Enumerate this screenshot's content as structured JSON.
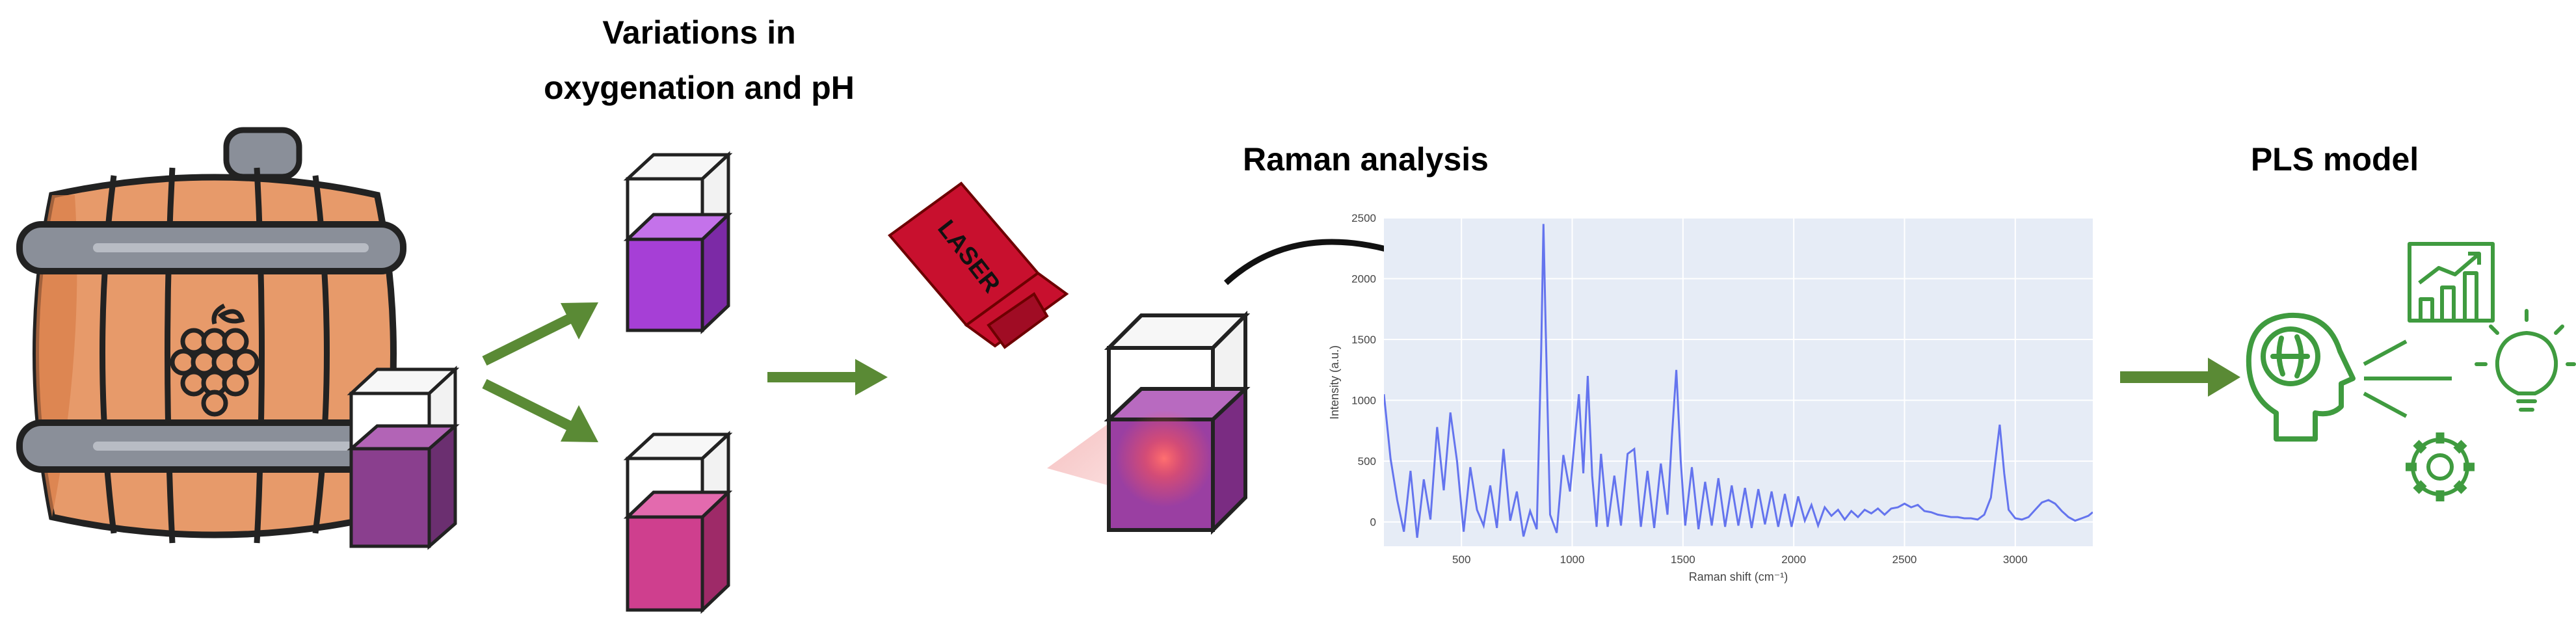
{
  "labels": {
    "variations_line1": "Variations in",
    "variations_line2": "oxygenation and pH",
    "laser": "LASER",
    "raman_title": "Raman analysis",
    "pls_title": "PLS model"
  },
  "icons": {
    "barrel": "wine-barrel-icon",
    "grapes": "grapes-icon",
    "cuvette": "cuvette-icon",
    "laser": "laser-device-icon",
    "brain": "head-brain-icon",
    "chart": "bar-chart-icon",
    "bulb": "lightbulb-icon",
    "gear": "gear-icon"
  },
  "colors": {
    "arrow_green": "#5a8a35",
    "icon_green": "#3f9b3f",
    "barrel_wood": "#e79a6a",
    "barrel_band": "#8a8f99",
    "purple_cuvette": "#a63fd6",
    "pink_cuvette": "#cf3f8e",
    "wine_cuvette": "#8a3f8e",
    "laser_red": "#c8102e",
    "spectrum_line": "#6474ee",
    "plot_bg": "#e6ecf6"
  },
  "chart_data": {
    "type": "line",
    "title": "",
    "xlabel": "Raman shift (cm⁻¹)",
    "ylabel": "Intensity (a.u.)",
    "xlim": [
      150,
      3350
    ],
    "ylim": [
      -200,
      2500
    ],
    "xticks": [
      "500",
      "1000",
      "1500",
      "2000",
      "2500",
      "3000"
    ],
    "xtick_values": [
      500,
      1000,
      1500,
      2000,
      2500,
      3000
    ],
    "yticks": [
      "0",
      "500",
      "1000",
      "1500",
      "2000",
      "2500"
    ],
    "ytick_values": [
      0,
      500,
      1000,
      1500,
      2000,
      2500
    ],
    "grid": true,
    "series": [
      {
        "x": [
          150,
          180,
          210,
          240,
          270,
          300,
          330,
          360,
          390,
          420,
          450,
          480,
          510,
          540,
          570,
          600,
          630,
          660,
          690,
          720,
          750,
          780,
          810,
          840,
          860,
          870,
          880,
          900,
          930,
          960,
          990,
          1010,
          1030,
          1050,
          1070,
          1090,
          1110,
          1130,
          1160,
          1190,
          1220,
          1250,
          1280,
          1310,
          1340,
          1370,
          1400,
          1430,
          1450,
          1470,
          1490,
          1510,
          1540,
          1570,
          1600,
          1630,
          1660,
          1690,
          1720,
          1750,
          1780,
          1810,
          1840,
          1870,
          1900,
          1930,
          1960,
          1990,
          2020,
          2050,
          2080,
          2110,
          2140,
          2170,
          2200,
          2230,
          2260,
          2290,
          2320,
          2350,
          2380,
          2410,
          2440,
          2470,
          2500,
          2530,
          2560,
          2590,
          2620,
          2650,
          2680,
          2710,
          2740,
          2770,
          2800,
          2830,
          2860,
          2890,
          2910,
          2930,
          2950,
          2970,
          3000,
          3030,
          3060,
          3090,
          3120,
          3150,
          3180,
          3210,
          3240,
          3270,
          3300,
          3330,
          3350
        ],
        "y": [
          1050,
          520,
          180,
          -80,
          420,
          -130,
          350,
          20,
          780,
          260,
          900,
          500,
          -80,
          450,
          100,
          -30,
          300,
          -50,
          600,
          10,
          250,
          -120,
          90,
          -60,
          1400,
          2450,
          1600,
          60,
          -90,
          550,
          250,
          650,
          1050,
          400,
          1200,
          380,
          -40,
          560,
          -40,
          380,
          -30,
          560,
          600,
          -40,
          420,
          -50,
          480,
          60,
          700,
          1250,
          500,
          -30,
          450,
          -60,
          330,
          -30,
          360,
          -40,
          300,
          -30,
          280,
          -50,
          270,
          -20,
          250,
          -40,
          230,
          -40,
          210,
          10,
          140,
          -30,
          120,
          50,
          100,
          20,
          90,
          40,
          100,
          70,
          110,
          60,
          110,
          120,
          150,
          120,
          140,
          90,
          80,
          60,
          50,
          40,
          40,
          30,
          30,
          20,
          60,
          200,
          500,
          800,
          400,
          100,
          30,
          20,
          40,
          100,
          160,
          180,
          150,
          90,
          40,
          10,
          30,
          50,
          80
        ]
      }
    ]
  }
}
